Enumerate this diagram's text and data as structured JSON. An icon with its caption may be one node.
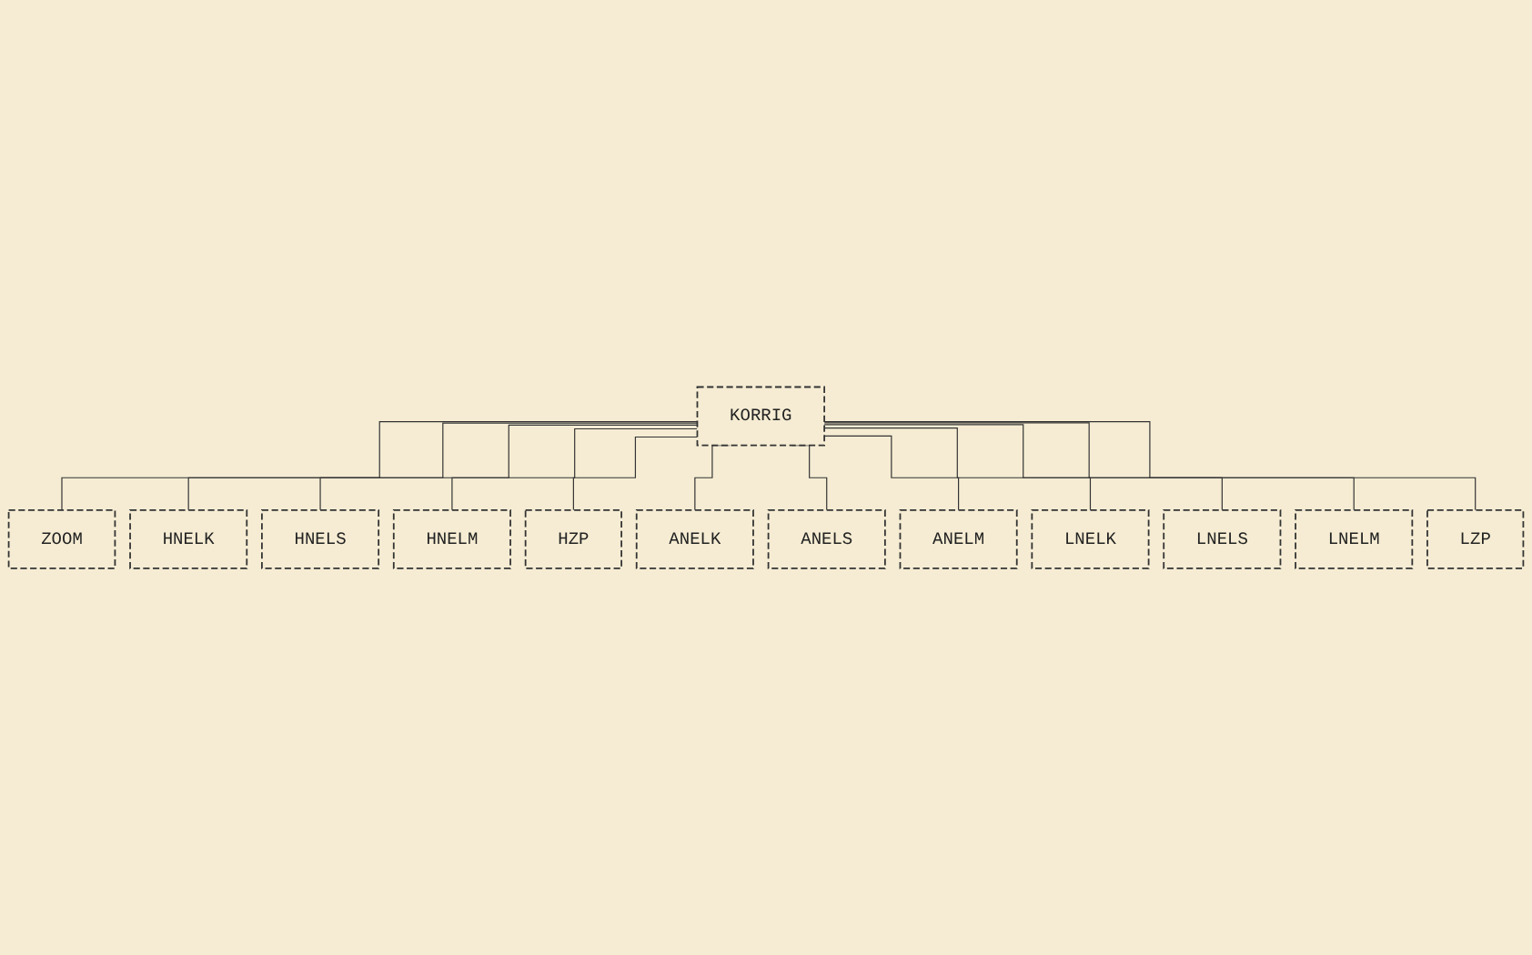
{
  "diagram": {
    "nodes": [
      {
        "text": [
          "KORRIG"
        ]
      },
      {
        "text": [
          "ZOOM"
        ]
      },
      {
        "text": [
          "HNELK"
        ]
      },
      {
        "text": [
          "HNELS"
        ]
      },
      {
        "text": [
          "HNELM"
        ]
      },
      {
        "text": [
          "HZP"
        ]
      },
      {
        "text": [
          "ANELK"
        ]
      },
      {
        "text": [
          "ANELS"
        ]
      },
      {
        "text": [
          "ANELM"
        ]
      },
      {
        "text": [
          "LNELK"
        ]
      },
      {
        "text": [
          "LNELS"
        ]
      },
      {
        "text": [
          "LNELM"
        ]
      },
      {
        "text": [
          "LZP"
        ]
      }
    ],
    "edges": [
      {
        "from": 0,
        "to": 1,
        "arrow": "none"
      },
      {
        "from": 0,
        "to": 2,
        "arrow": "none"
      },
      {
        "from": 0,
        "to": 3,
        "arrow": "none"
      },
      {
        "from": 0,
        "to": 4,
        "arrow": "none"
      },
      {
        "from": 0,
        "to": 5,
        "arrow": "none"
      },
      {
        "from": 0,
        "to": 6,
        "arrow": "none"
      },
      {
        "from": 0,
        "to": 7,
        "arrow": "none"
      },
      {
        "from": 0,
        "to": 8,
        "arrow": "none"
      },
      {
        "from": 0,
        "to": 9,
        "arrow": "none"
      },
      {
        "from": 0,
        "to": 10,
        "arrow": "none"
      },
      {
        "from": 0,
        "to": 11,
        "arrow": "none"
      },
      {
        "from": 0,
        "to": 12,
        "arrow": "none"
      }
    ]
  }
}
